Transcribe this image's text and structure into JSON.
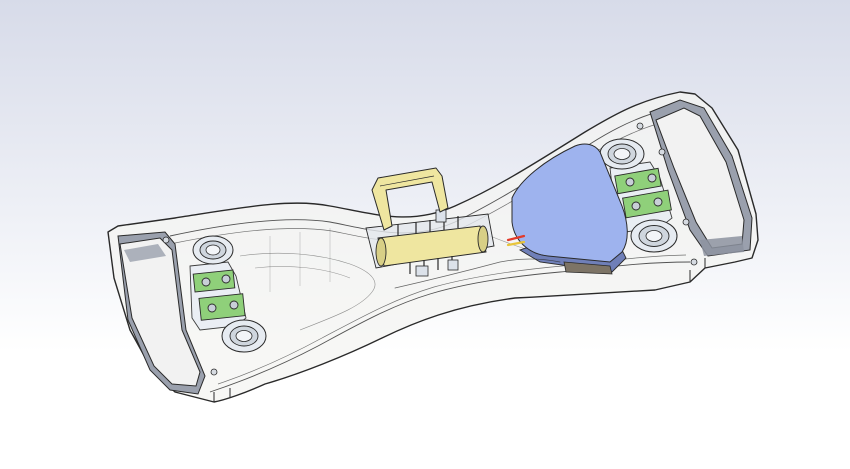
{
  "scene": {
    "kind": "cad-3d-viewport",
    "view": "isometric",
    "model": "hoverboard-frame",
    "background_gradient": [
      "#d7dbe9",
      "#ffffff"
    ],
    "colors": {
      "shell_stroke": "#2a2a2a",
      "shell_fill": "#f4f4f2",
      "wheel_pad": "#f2f2f2",
      "wheel_pad_shadow": "#9aa0ad",
      "bracket": "#8fd07a",
      "handle": "#efe6a0",
      "battery": "#9eb3ee",
      "metal": "#c8cfd8",
      "wire_red": "#e23a2a",
      "wire_yellow": "#e8c53a"
    },
    "components": [
      "left-wheel-pad",
      "right-wheel-pad",
      "left-motor-bracket",
      "right-motor-bracket",
      "left-bearing-upper",
      "left-bearing-lower",
      "right-bearing-upper",
      "right-bearing-lower",
      "carry-handle",
      "center-hinge",
      "battery-pack",
      "wire-harness"
    ]
  }
}
